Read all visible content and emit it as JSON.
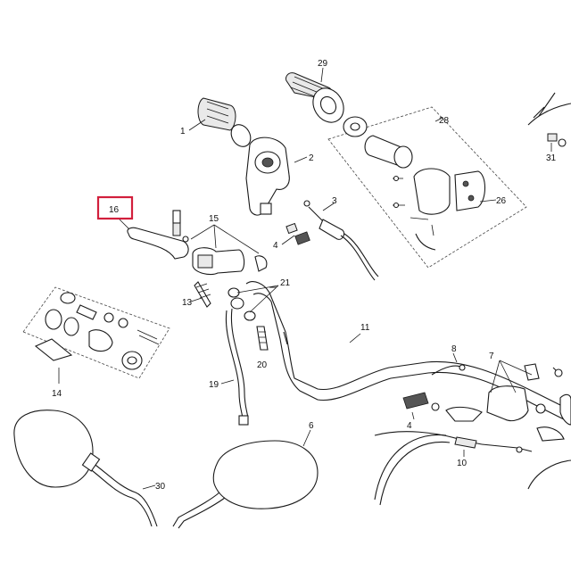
{
  "diagram": {
    "labels": {
      "p1": "1",
      "p2": "2",
      "p3": "3",
      "p4a": "4",
      "p4b": "4",
      "p6": "6",
      "p7": "7",
      "p8": "8",
      "p10": "10",
      "p11": "11",
      "p13": "13",
      "p14": "14",
      "p15": "15",
      "p16": "16",
      "p19": "19",
      "p20": "20",
      "p21": "21",
      "p26": "26",
      "p28": "28",
      "p29": "29",
      "p30": "30",
      "p31": "31"
    },
    "highlight_color": "#d21f3c"
  }
}
